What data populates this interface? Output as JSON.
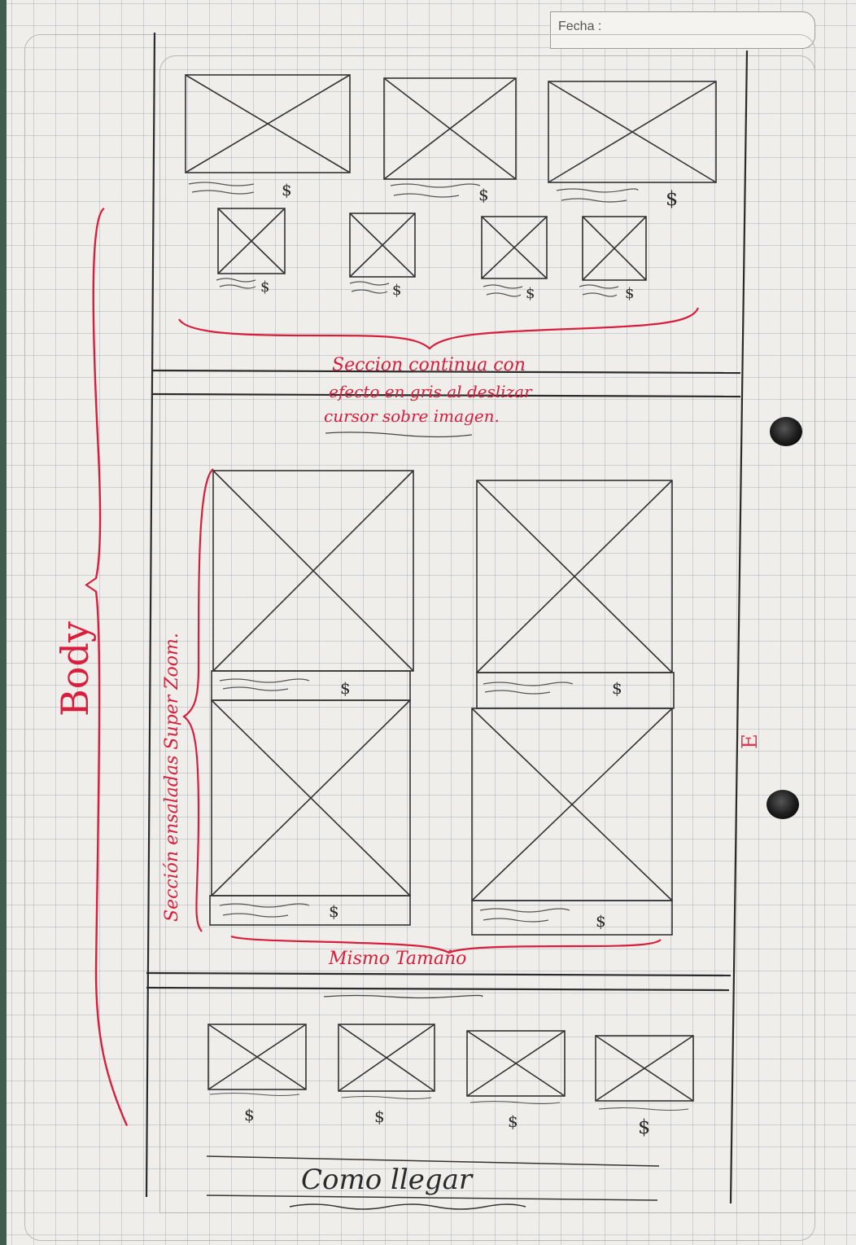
{
  "header": {
    "date_label": "Fecha :"
  },
  "annotations": {
    "body_label": "Body",
    "section_note_lines": [
      "Seccion continua con",
      "efecto en gris al deslizar",
      "cursor sobre imagen."
    ],
    "salad_label": "Sección ensaladas Super Zoom.",
    "same_size_label": "Mismo Tamaño",
    "side_mark": "E",
    "footer_title": "Como llegar"
  },
  "price_marks": {
    "top_row": [
      "$",
      "$",
      "$"
    ],
    "small_row": [
      "$",
      "$",
      "$",
      "$"
    ],
    "salad_grid": [
      "$",
      "$",
      "$",
      "$"
    ],
    "bottom_row": [
      "$",
      "$",
      "$",
      "$"
    ]
  },
  "colors": {
    "ink": "#2b2b2b",
    "red_ink": "#d81e3c",
    "paper": "#efeeea",
    "grid": "#8c96a0"
  }
}
